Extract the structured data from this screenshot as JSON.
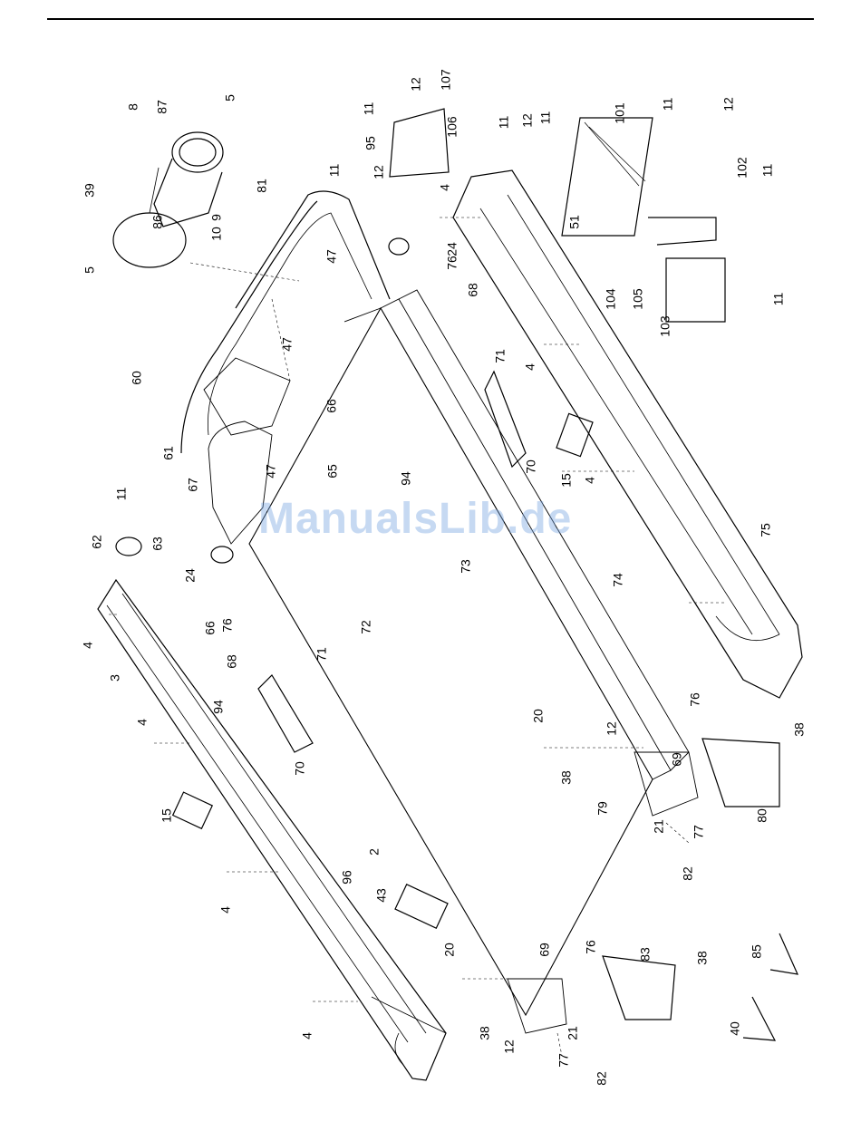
{
  "labels": [
    "5",
    "8",
    "87",
    "39",
    "86",
    "9",
    "10",
    "5",
    "81",
    "12",
    "107",
    "11",
    "95",
    "106",
    "12",
    "11",
    "12",
    "11",
    "11",
    "101",
    "11",
    "12",
    "102",
    "11",
    "51",
    "104",
    "105",
    "11",
    "103",
    "4",
    "47",
    "24",
    "76",
    "68",
    "71",
    "4",
    "47",
    "60",
    "66",
    "61",
    "65",
    "94",
    "70",
    "15",
    "4",
    "11",
    "67",
    "63",
    "62",
    "24",
    "47",
    "73",
    "74",
    "75",
    "66",
    "76",
    "4",
    "3",
    "68",
    "71",
    "94",
    "72",
    "4",
    "70",
    "15",
    "12",
    "69",
    "76",
    "38",
    "20",
    "38",
    "79",
    "80",
    "21",
    "77",
    "82",
    "4",
    "96",
    "2",
    "43",
    "4",
    "69",
    "76",
    "20",
    "83",
    "38",
    "38",
    "12",
    "21",
    "77",
    "82",
    "85",
    "40"
  ],
  "colors": {
    "line": "#000000",
    "rule": "#000000",
    "background": "#ffffff",
    "watermark": "#78a5e1"
  },
  "watermark": {
    "text": "ManualsLib.de"
  }
}
